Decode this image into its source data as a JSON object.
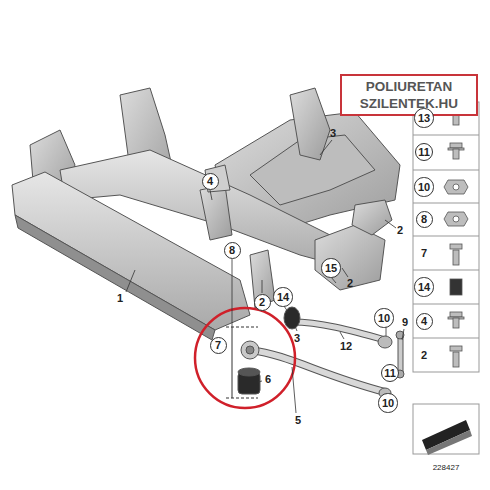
{
  "diagram": {
    "nodes": [
      {
        "text": [
          "POLIURETAN SZILENTEK.HU"
        ]
      },
      {
        "text": [
          "13"
        ]
      },
      {
        "text": [
          "4"
        ]
      },
      {
        "text": [
          "11"
        ]
      },
      {
        "text": [
          "10"
        ]
      },
      {
        "text": [
          "8"
        ]
      },
      {
        "text": [
          "8"
        ]
      },
      {
        "text": [
          "15"
        ]
      },
      {
        "text": [
          "14"
        ]
      },
      {
        "text": [
          "14"
        ]
      },
      {
        "text": [
          "2"
        ]
      },
      {
        "text": [
          "10"
        ]
      },
      {
        "text": [
          "4"
        ]
      },
      {
        "text": [
          "7"
        ]
      },
      {
        "text": [
          "11"
        ]
      },
      {
        "text": [
          "10"
        ]
      }
    ],
    "edges": [],
    "labels": [
      "3",
      "2",
      "7",
      "2",
      "1",
      "2",
      "3",
      "12",
      "9",
      "6",
      "5",
      "228427"
    ]
  }
}
